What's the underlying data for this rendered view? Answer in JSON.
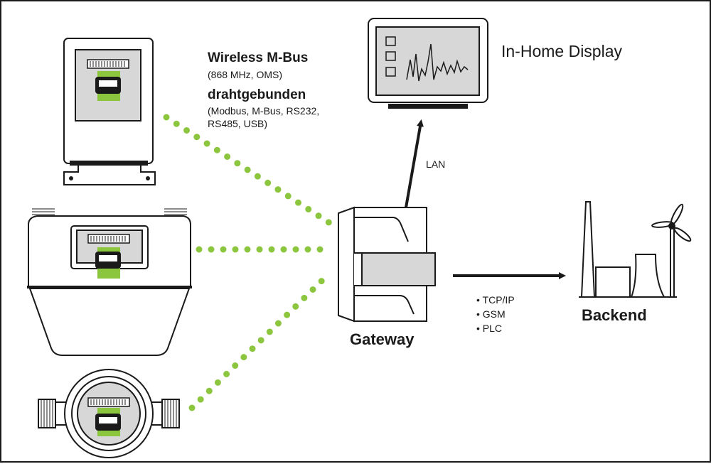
{
  "colors": {
    "accent_green": "#8cc63f",
    "stroke": "#1a1a1a",
    "panel_gray": "#d7d7d7",
    "display_dark": "#2c3e3e"
  },
  "labels": {
    "wireless_title": "Wireless M-Bus",
    "wireless_sub": "(868 MHz, OMS)",
    "wired_title": "drahtgebunden",
    "wired_sub_line1": "(Modbus, M-Bus, RS232,",
    "wired_sub_line2": "RS485, USB)",
    "display_title": "In-Home Display",
    "lan": "LAN",
    "gateway": "Gateway",
    "backend": "Backend",
    "protocols": [
      "TCP/IP",
      "GSM",
      "PLC"
    ]
  },
  "icons": {
    "electricity_meter": "electricity-meter-icon",
    "gas_meter": "gas-meter-icon",
    "water_meter": "water-meter-icon",
    "gateway": "din-rail-gateway-icon",
    "display": "monitor-icon",
    "backend": "power-plant-icon"
  }
}
